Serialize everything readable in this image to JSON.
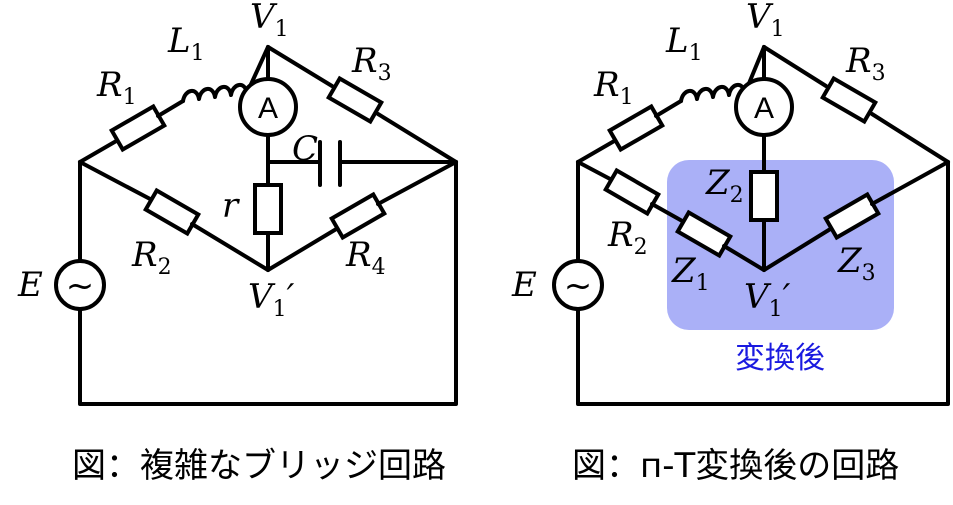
{
  "left_diagram": {
    "caption": "図：複雑なブリッジ回路",
    "labels": {
      "L": "L",
      "L_sub": "1",
      "V_top": "V",
      "V_top_sub": "1",
      "R1": "R",
      "R1_sub": "1",
      "R2": "R",
      "R2_sub": "2",
      "R3": "R",
      "R3_sub": "3",
      "R4": "R",
      "R4_sub": "4",
      "C": "C",
      "r": "r",
      "E": "E",
      "V_bottom": "V",
      "V_bottom_sub": "1",
      "V_bottom_prime": "′",
      "ammeter": "A",
      "source_symbol": "~"
    }
  },
  "right_diagram": {
    "caption": "図：п-T変換後の回路",
    "highlight_label": "変換後",
    "highlight_color": "#aab0f7",
    "labels": {
      "L": "L",
      "L_sub": "1",
      "V_top": "V",
      "V_top_sub": "1",
      "R1": "R",
      "R1_sub": "1",
      "R2": "R",
      "R2_sub": "2",
      "R3": "R",
      "R3_sub": "3",
      "Z1": "Z",
      "Z1_sub": "1",
      "Z2": "Z",
      "Z2_sub": "2",
      "Z3": "Z",
      "Z3_sub": "3",
      "E": "E",
      "V_bottom": "V",
      "V_bottom_sub": "1",
      "V_bottom_prime": "′",
      "ammeter": "A",
      "source_symbol": "~"
    }
  }
}
